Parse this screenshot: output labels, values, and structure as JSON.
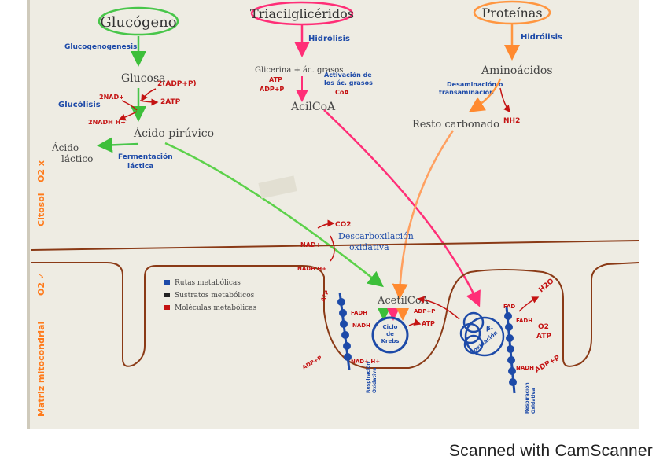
{
  "colors": {
    "glucogeno": "#48c64a",
    "trigli": "#ff2e77",
    "proteinas": "#ff9640",
    "blue": "#1d4aa8",
    "red": "#c41313",
    "text": "#444444",
    "membrane": "#8a3a16",
    "orange": "#ff7a1a",
    "green": "#3dbf3a",
    "pink": "#ff2e77",
    "paper": "#eeece3"
  },
  "headings": {
    "glucogeno": "Glucógeno",
    "trigliceridos": "Triacilglicéridos",
    "proteinas": "Proteínas"
  },
  "glucose_path": {
    "glucogenogenesis": "Glucogenogenesis",
    "glucosa": "Glucosa",
    "glucolisis": "Glucólisis",
    "nad_in": "2NAD+",
    "adp_pi": "2(ADP+P)",
    "atp": "2ATP",
    "nadh": "2NADH H+",
    "acido_piruvico": "Ácido pirúvico",
    "acido_lactico_1": "Ácido",
    "acido_lactico_2": "láctico",
    "fermentacion_1": "Fermentación",
    "fermentacion_2": "láctica"
  },
  "lipid_path": {
    "hidrolisis": "Hidrólisis",
    "glicerina": "Glicerina + ác. grasos",
    "atp": "ATP",
    "adp_p": "ADP+P",
    "activacion_1": "Activación de",
    "activacion_2": "los ác. grasos",
    "coa": "CoA",
    "acilcoa": "AcilCoA"
  },
  "protein_path": {
    "hidrolisis": "Hidrólisis",
    "aminoacidos": "Aminoácidos",
    "desaminacion_1": "Desaminación o",
    "desaminacion_2": "transaminación",
    "resto_carbonado": "Resto carbonado",
    "nh2": "NH2"
  },
  "cytosol": {
    "side_label": "Citosol",
    "o2_x": "O2 x",
    "co2": "CO2",
    "nad": "NAD+",
    "nadh": "NADH H+",
    "descarbox_1": "Descarboxilación",
    "descarbox_2": "oxidativa"
  },
  "mitochondria": {
    "side_label": "Matriz mitocondrial",
    "o2_check": "O2 ✓",
    "acetilcoa": "AcetilCoA",
    "krebs_1": "Ciclo",
    "krebs_2": "de",
    "krebs_3": "Krebs",
    "beta_1": "β-",
    "beta_2": "oxidación",
    "atp_left": "ATP",
    "fadh_l": "FADH",
    "nadh_l": "NADH",
    "adp_p_left": "ADP+P",
    "nad_left": "NAD+ H+",
    "atp_krebs": "ATP",
    "adp_krebs": "ADP+P",
    "resp_left_1": "Respiración",
    "resp_left_2": "Oxidativa",
    "fad_r": "FAD",
    "fadh_r": "FADH",
    "nadh_r": "NADH",
    "h2o": "H2O",
    "o2": "O2",
    "atp_right": "ATP",
    "adp_p_right": "ADP+P",
    "resp_right_1": "Respiración",
    "resp_right_2": "Oxidativa"
  },
  "legend": {
    "rutas": "Rutas metabólicas",
    "sustratos": "Sustratos metabólicos",
    "moleculas": "Moléculas metabólicas"
  },
  "footer": "Scanned with CamScanner"
}
